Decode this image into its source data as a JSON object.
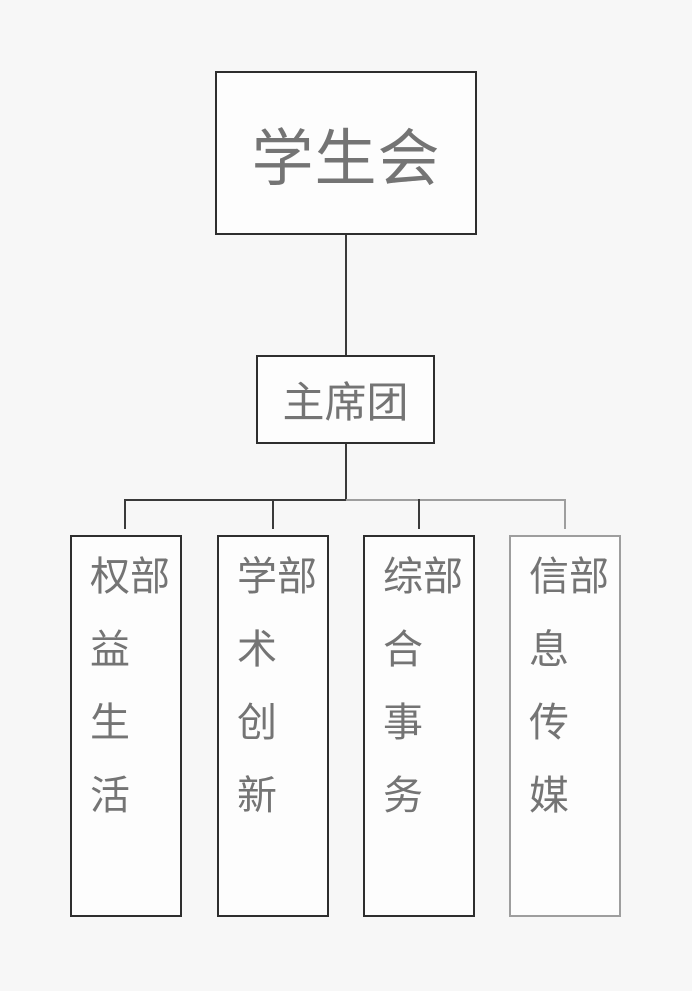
{
  "diagram": {
    "type": "org-chart",
    "root": {
      "label": "学生会"
    },
    "presidium": {
      "label": "主席团"
    },
    "departments": [
      {
        "label": "权益生活部",
        "style": "dark"
      },
      {
        "label": "学术创新部",
        "style": "dark"
      },
      {
        "label": "综合事务部",
        "style": "dark"
      },
      {
        "label": "信息传媒部",
        "style": "light"
      }
    ]
  },
  "colors": {
    "background": "#f7f7f7",
    "node_fill": "#fdfdfd",
    "border_dark": "#2e2e2e",
    "border_light": "#9e9e9e",
    "line_dark": "#3a3a3a",
    "line_light": "#9e9e9e",
    "text": "#747474"
  }
}
